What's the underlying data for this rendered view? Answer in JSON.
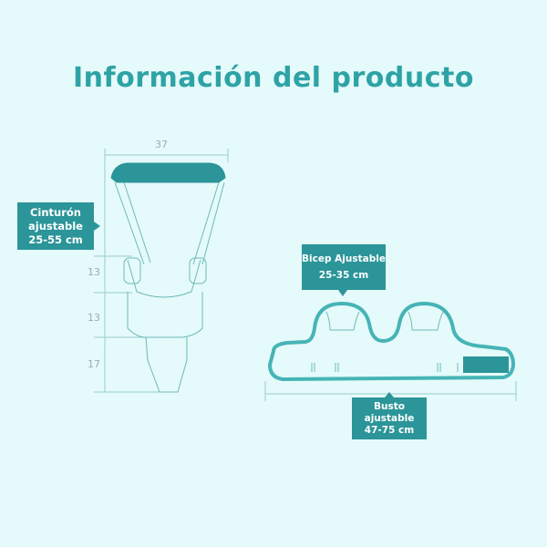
{
  "title": "Información del producto",
  "harness": {
    "width_label": "37",
    "height_labels": [
      "13",
      "13",
      "17"
    ],
    "callout": [
      "Cinturón",
      "ajustable",
      "25-55 cm"
    ]
  },
  "band": {
    "bicep_callout": [
      "Bicep Ajustable",
      "25-35 cm"
    ],
    "bust_callout": [
      "Busto",
      "ajustable",
      "47-75 cm"
    ]
  },
  "colors": {
    "background": "#e5fafa",
    "accent": "#2ea3a6",
    "callout": "#2b9599"
  }
}
